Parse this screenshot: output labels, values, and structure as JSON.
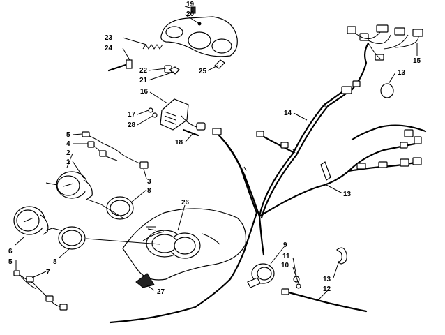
{
  "diagram": {
    "callouts": [
      "1",
      "2",
      "3",
      "4",
      "5",
      "6",
      "7",
      "8",
      "9",
      "10",
      "11",
      "12",
      "13",
      "14",
      "15",
      "16",
      "17",
      "19",
      "20",
      "21",
      "22",
      "23",
      "24",
      "25",
      "26",
      "27",
      "28",
      "18"
    ],
    "labels": {
      "c19": "19",
      "c20": "20",
      "c23": "23",
      "c24": "24",
      "c22": "22",
      "c21": "21",
      "c25": "25",
      "c15": "15",
      "c13a": "13",
      "c14": "14",
      "c16": "16",
      "c17": "17",
      "c28": "28",
      "c18": "18",
      "c5a": "5",
      "c4": "4",
      "c2": "2",
      "c1": "1",
      "c3": "3",
      "c8a": "8",
      "c13b": "13",
      "c26": "26",
      "c6": "6",
      "c5b": "5",
      "c7": "7",
      "c8b": "8",
      "c9": "9",
      "c11": "11",
      "c10": "10",
      "c13c": "13",
      "c12": "12",
      "c27": "27"
    }
  }
}
